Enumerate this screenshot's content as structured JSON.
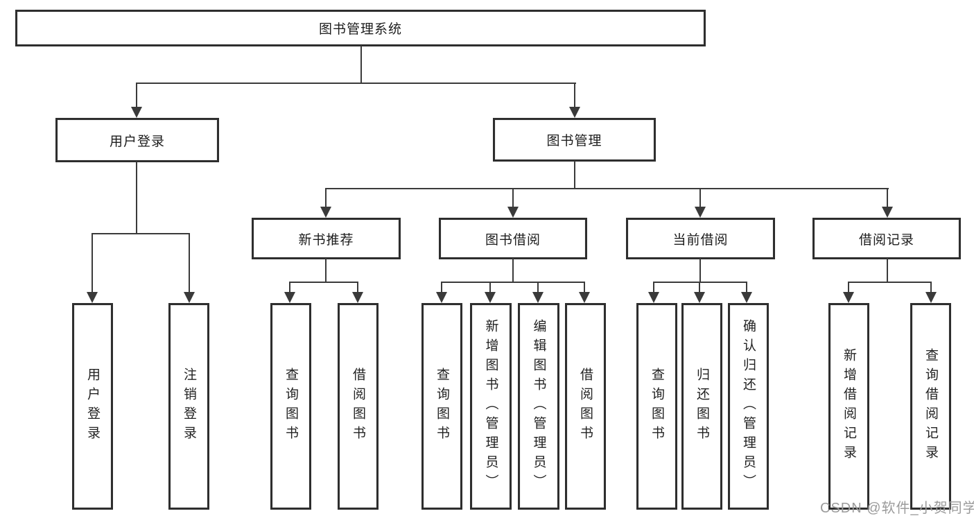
{
  "style": {
    "background": "#ffffff",
    "line_color": "#3a3a3a",
    "box_border_color": "#2e2e2e",
    "box_background": "#ffffff",
    "text_color": "#1c1c1c",
    "watermark_color": "#9b9b9b"
  },
  "tree": {
    "label": "图书管理系统",
    "children": [
      {
        "label": "用户登录",
        "children": [
          {
            "label": "用户登录"
          },
          {
            "label": "注销登录"
          }
        ]
      },
      {
        "label": "图书管理",
        "children": [
          {
            "label": "新书推荐",
            "children": [
              {
                "label": "查询图书"
              },
              {
                "label": "借阅图书"
              }
            ]
          },
          {
            "label": "图书借阅",
            "children": [
              {
                "label": "查询图书"
              },
              {
                "label": "新增图书（管理员）"
              },
              {
                "label": "编辑图书（管理员）"
              },
              {
                "label": "借阅图书"
              }
            ]
          },
          {
            "label": "当前借阅",
            "children": [
              {
                "label": "查询图书"
              },
              {
                "label": "归还图书"
              },
              {
                "label": "确认归还（管理员）"
              }
            ]
          },
          {
            "label": "借阅记录",
            "children": [
              {
                "label": "新增借阅记录"
              },
              {
                "label": "查询借阅记录"
              }
            ]
          }
        ]
      }
    ]
  },
  "watermark": {
    "text": "CSDN @软件_小贺同学"
  }
}
